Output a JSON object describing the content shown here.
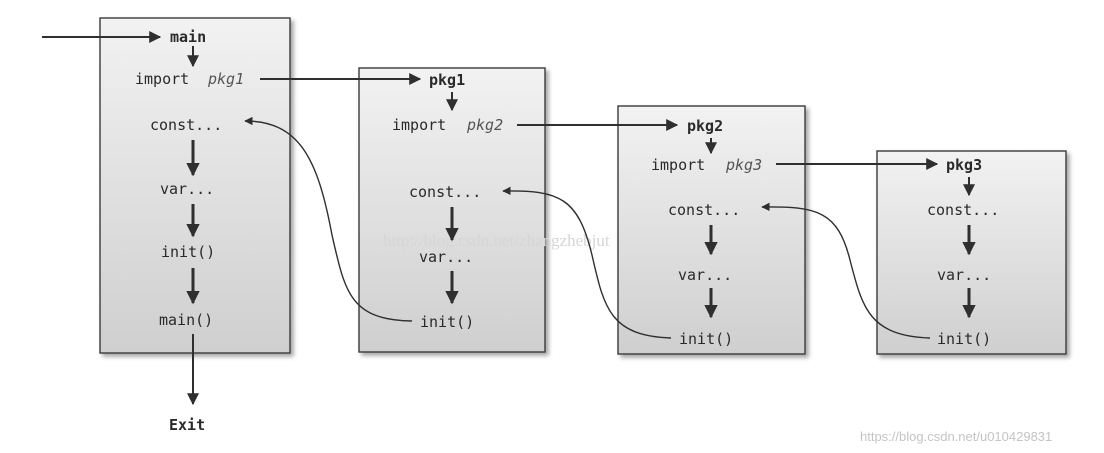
{
  "colors": {
    "box_fill_top": "#f2f2f2",
    "box_fill_bottom": "#cfcfcf",
    "line": "#2f2f2f",
    "italic_text": "#555555",
    "watermark": "#c4c4c4"
  },
  "entry_label": "main",
  "main_box": {
    "import_keyword": "import",
    "import_target": "pkg1",
    "const_label": "const...",
    "var_label": "var...",
    "init_label": "init()",
    "main_label": "main()"
  },
  "exit_label": "Exit",
  "pkg1": {
    "title": "pkg1",
    "import_keyword": "import",
    "import_target": "pkg2",
    "const_label": "const...",
    "var_label": "var...",
    "init_label": "init()"
  },
  "pkg2": {
    "title": "pkg2",
    "import_keyword": "import",
    "import_target": "pkg3",
    "const_label": "const...",
    "var_label": "var...",
    "init_label": "init()"
  },
  "pkg3": {
    "title": "pkg3",
    "const_label": "const...",
    "var_label": "var...",
    "init_label": "init()"
  },
  "watermark_center": "http://blog.csdn.net/zhangzhebjut",
  "watermark_corner": "https://blog.csdn.net/u010429831"
}
